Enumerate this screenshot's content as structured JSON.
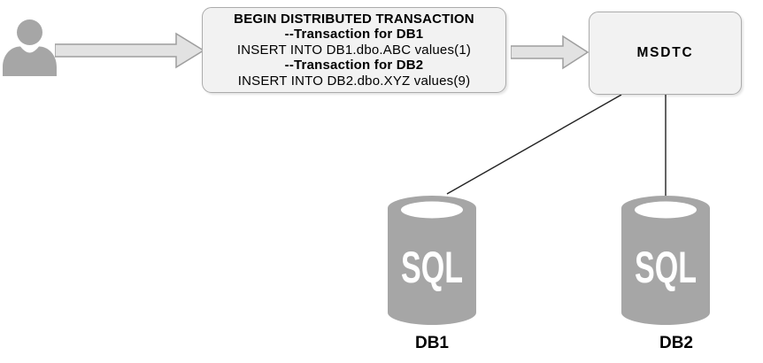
{
  "diagram": {
    "actor": {
      "icon": "person"
    },
    "request_arrow": {
      "icon": "right-block-arrow"
    },
    "sql_box": {
      "line1": "BEGIN DISTRIBUTED TRANSACTION",
      "line2": "--Transaction for DB1",
      "line3": "INSERT INTO DB1.dbo.ABC values(1)",
      "line4": "--Transaction for DB2",
      "line5": "INSERT INTO DB2.dbo.XYZ values(9)"
    },
    "forward_arrow": {
      "icon": "right-block-arrow"
    },
    "coordinator": {
      "label": "MSDTC"
    },
    "databases": {
      "db1": {
        "icon_text": "SQL",
        "label": "DB1"
      },
      "db2": {
        "icon_text": "SQL",
        "label": "DB2"
      }
    },
    "colors": {
      "shape_gray": "#a6a6a6",
      "box_fill": "#f2f2f2",
      "box_border": "#ababab",
      "arrow_fill": "#e2e2e2",
      "arrow_border": "#9e9e9e",
      "connector": "#222222"
    }
  }
}
